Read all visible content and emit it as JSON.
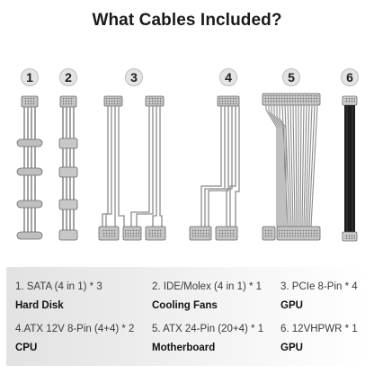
{
  "title": "What Cables Included?",
  "badges": [
    "1",
    "2",
    "3",
    "4",
    "5",
    "6"
  ],
  "items": [
    {
      "name": "1. SATA (4 in 1) * 3",
      "use": "Hard Disk"
    },
    {
      "name": "2. IDE/Molex (4 in 1) * 1",
      "use": "Cooling Fans"
    },
    {
      "name": "3. PCIe 8-Pin * 4",
      "use": "GPU"
    },
    {
      "name": "4.ATX 12V 8-Pin (4+4) * 2",
      "use": "CPU"
    },
    {
      "name": "5. ATX 24-Pin (20+4) * 1",
      "use": "Motherboard"
    },
    {
      "name": "6. 12VHPWR * 1",
      "use": "GPU"
    }
  ],
  "colors": {
    "cable": "#8a8a8a",
    "connector": "#bdbdbd",
    "sleeve": "#1c1c1c",
    "panel_gray": "#e2e2e2"
  }
}
